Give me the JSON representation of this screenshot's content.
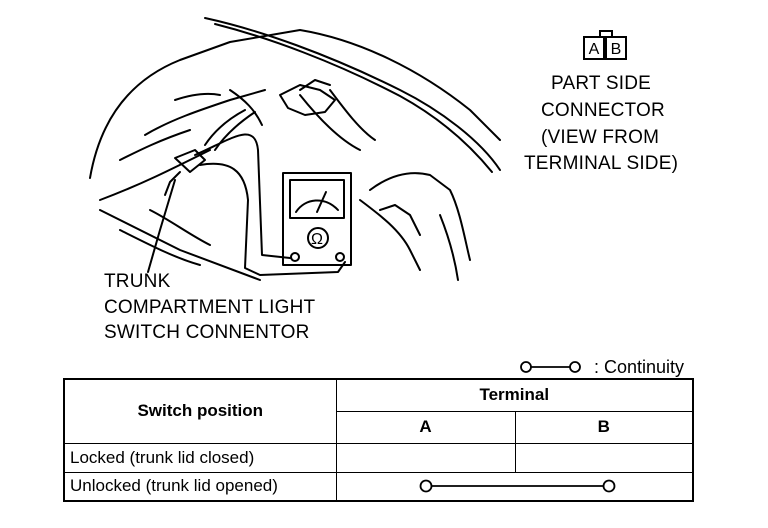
{
  "connector": {
    "terminal_a": "A",
    "terminal_b": "B",
    "caption_lines": [
      "PART SIDE",
      "CONNECTOR",
      "(VIEW FROM",
      "TERMINAL SIDE)"
    ]
  },
  "switch_label_lines": [
    "TRUNK",
    "COMPARTMENT LIGHT",
    "SWITCH CONNENTOR"
  ],
  "legend": {
    "text": ": Continuity"
  },
  "table": {
    "header_position": "Switch position",
    "header_terminal": "Terminal",
    "col_a": "A",
    "col_b": "B",
    "rows": [
      {
        "position": "Locked (trunk lid closed)",
        "continuity": false
      },
      {
        "position": "Unlocked (trunk lid opened)",
        "continuity": true
      }
    ]
  }
}
